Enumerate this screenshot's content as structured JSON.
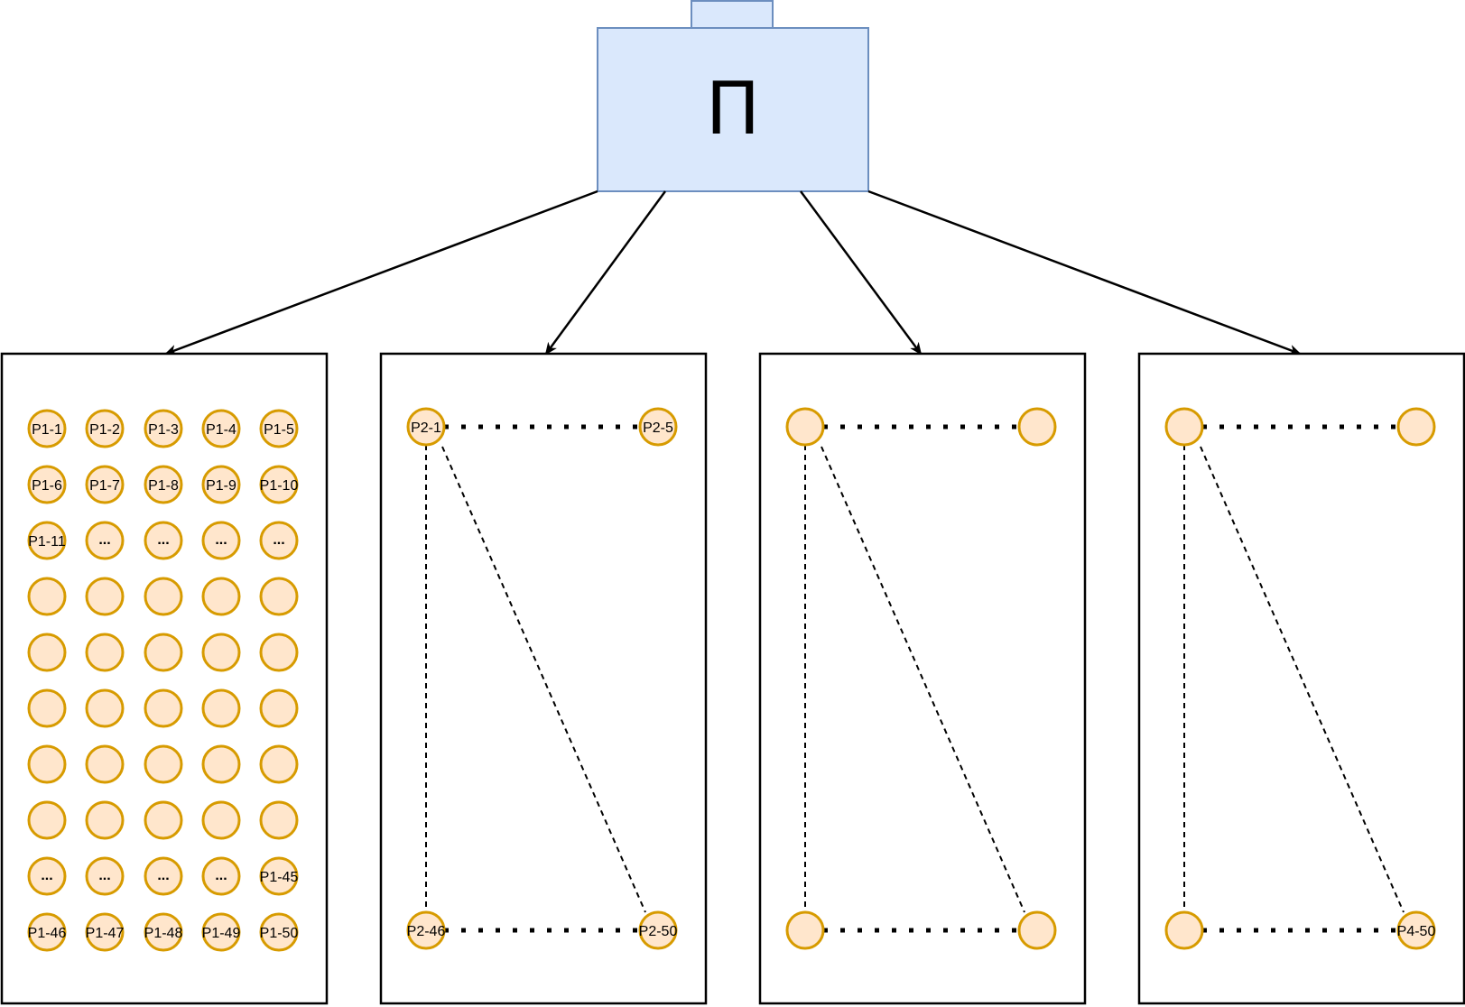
{
  "root": {
    "label": "Π",
    "fill": "#dae8fc",
    "stroke": "#6c8ebf"
  },
  "node_style": {
    "fill": "#ffe6cc",
    "stroke": "#d79b00"
  },
  "panel1": {
    "rows": [
      [
        "P1-1",
        "P1-2",
        "P1-3",
        "P1-4",
        "P1-5"
      ],
      [
        "P1-6",
        "P1-7",
        "P1-8",
        "P1-9",
        "P1-10"
      ],
      [
        "P1-11",
        "...",
        "...",
        "...",
        "..."
      ],
      [
        "",
        "",
        "",
        "",
        ""
      ],
      [
        "",
        "",
        "",
        "",
        ""
      ],
      [
        "",
        "",
        "",
        "",
        ""
      ],
      [
        "",
        "",
        "",
        "",
        ""
      ],
      [
        "",
        "",
        "",
        "",
        ""
      ],
      [
        "...",
        "...",
        "...",
        "...",
        "P1-45"
      ],
      [
        "P1-46",
        "P1-47",
        "P1-48",
        "P1-49",
        "P1-50"
      ]
    ]
  },
  "panels": [
    {
      "top_left": "P2-1",
      "top_right": "P2-5",
      "bottom_left": "P2-46",
      "bottom_right": "P2-50"
    },
    {
      "top_left": "",
      "top_right": "",
      "bottom_left": "",
      "bottom_right": ""
    },
    {
      "top_left": "",
      "top_right": "",
      "bottom_left": "",
      "bottom_right": "P4-50"
    }
  ]
}
